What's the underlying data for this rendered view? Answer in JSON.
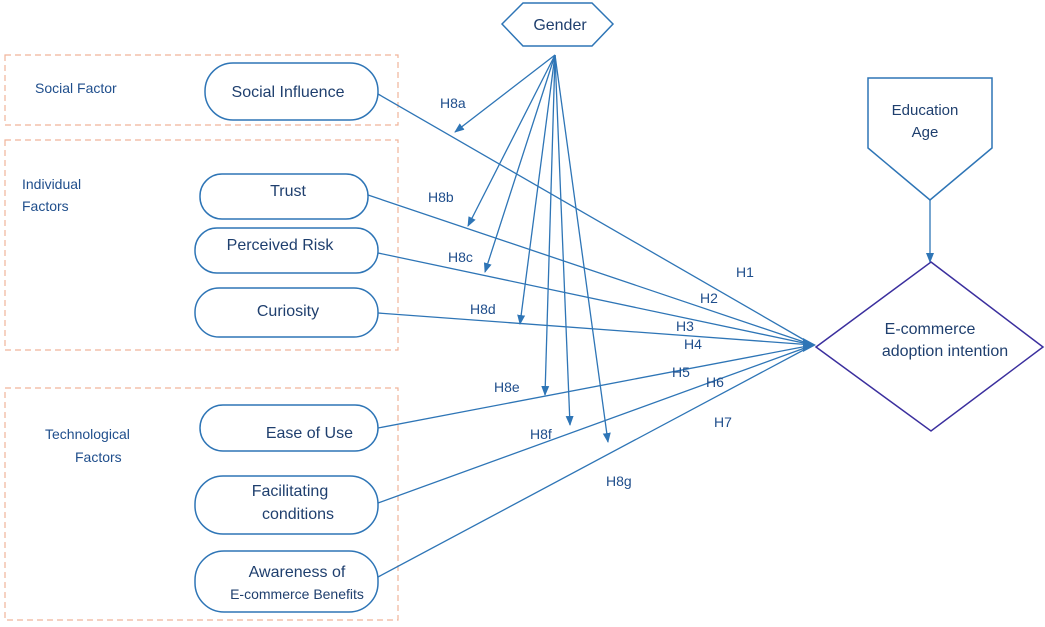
{
  "groups": {
    "social": "Social Factor",
    "individual_1": "Individual",
    "individual_2": "Factors",
    "technological_1": "Technological",
    "technological_2": "Factors"
  },
  "constructs": {
    "social_influence": "Social Influence",
    "trust": "Trust",
    "perceived_risk": "Perceived Risk",
    "curiosity": "Curiosity",
    "ease_of_use": "Ease of Use",
    "facilitating_1": "Facilitating",
    "facilitating_2": "conditions",
    "awareness_1": "Awareness of",
    "awareness_2": "E-commerce Benefits"
  },
  "moderator": {
    "gender": "Gender"
  },
  "controls": {
    "line1": "Education",
    "line2": "Age"
  },
  "outcome": {
    "line1": "E-commerce",
    "line2": "adoption intention"
  },
  "hypotheses": {
    "h1": "H1",
    "h2": "H2",
    "h3": "H3",
    "h4": "H4",
    "h5": "H5",
    "h6": "H6",
    "h7": "H7",
    "h8a": "H8a",
    "h8b": "H8b",
    "h8c": "H8c",
    "h8d": "H8d",
    "h8e": "H8e",
    "h8f": "H8f",
    "h8g": "H8g"
  },
  "colors": {
    "line": "#2e75b6",
    "text": "#1f4e8c",
    "group_border": "#f0b49a"
  }
}
